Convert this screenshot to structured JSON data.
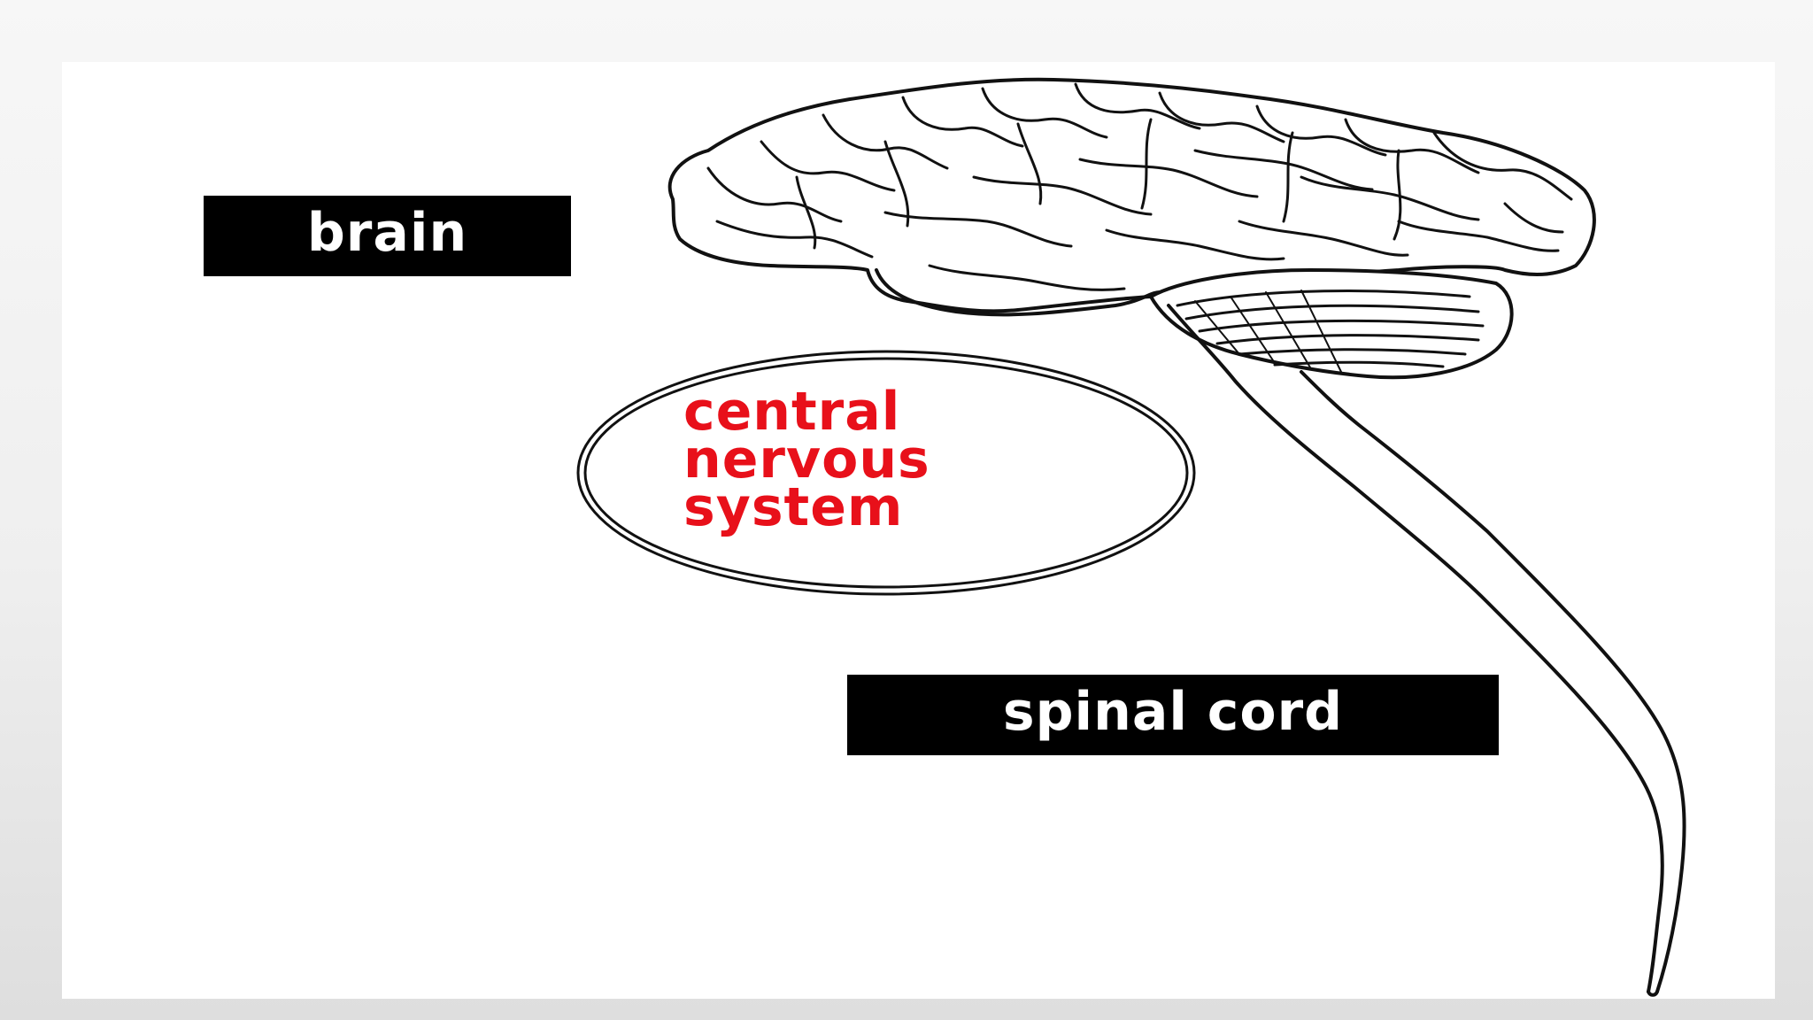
{
  "labels": {
    "brain": "brain",
    "spinal_cord": "spinal cord",
    "cns_line1": "central",
    "cns_line2": "nervous",
    "cns_line3": "system"
  },
  "colors": {
    "label_background": "#000000",
    "label_text": "#ffffff",
    "cns_text": "#e8101a",
    "outline": "#111111"
  }
}
